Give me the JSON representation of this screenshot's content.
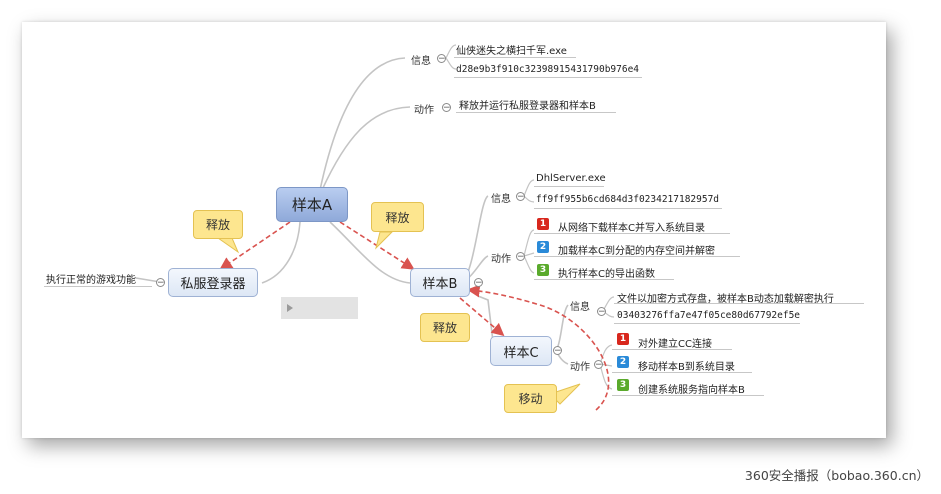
{
  "nodes": {
    "root": "样本A",
    "private_server": "私服登录器",
    "sample_b": "样本B",
    "sample_c": "样本C"
  },
  "callouts": {
    "release_left": "释放",
    "release_top": "释放",
    "release_c": "释放",
    "move": "移动"
  },
  "sample_a": {
    "info_label": "信息",
    "info_filename": "仙侠迷失之横扫千军.exe",
    "info_hash": "d28e9b3f910c32398915431790b976e4",
    "action_label": "动作",
    "action_text": "释放并运行私服登录器和样本B"
  },
  "private_server": {
    "desc": "执行正常的游戏功能"
  },
  "sample_b": {
    "info_label": "信息",
    "info_filename": "DhlServer.exe",
    "info_hash": "ff9ff955b6cd684d3f0234217182957d",
    "action_label": "动作",
    "actions": [
      {
        "num": "1",
        "text": "从网络下载样本C并写入系统目录"
      },
      {
        "num": "2",
        "text": "加载样本C到分配的内存空间并解密"
      },
      {
        "num": "3",
        "text": "执行样本C的导出函数"
      }
    ]
  },
  "sample_c": {
    "info_label": "信息",
    "info_desc": "文件以加密方式存盘，被样本B动态加载解密执行",
    "info_hash": "03403276ffa7e47f05ce80d67792ef5e",
    "action_label": "动作",
    "actions": [
      {
        "num": "1",
        "text": "对外建立CC连接"
      },
      {
        "num": "2",
        "text": "移动样本B到系统目录"
      },
      {
        "num": "3",
        "text": "创建系统服务指向样本B"
      }
    ]
  },
  "watermark": "360安全播报（bobao.360.cn）",
  "colors": {
    "relation_line": "#d9534f",
    "branch_line": "#c0c0c0",
    "callout_fill": "#fde68f",
    "root_fill": "#9fb8e4"
  }
}
